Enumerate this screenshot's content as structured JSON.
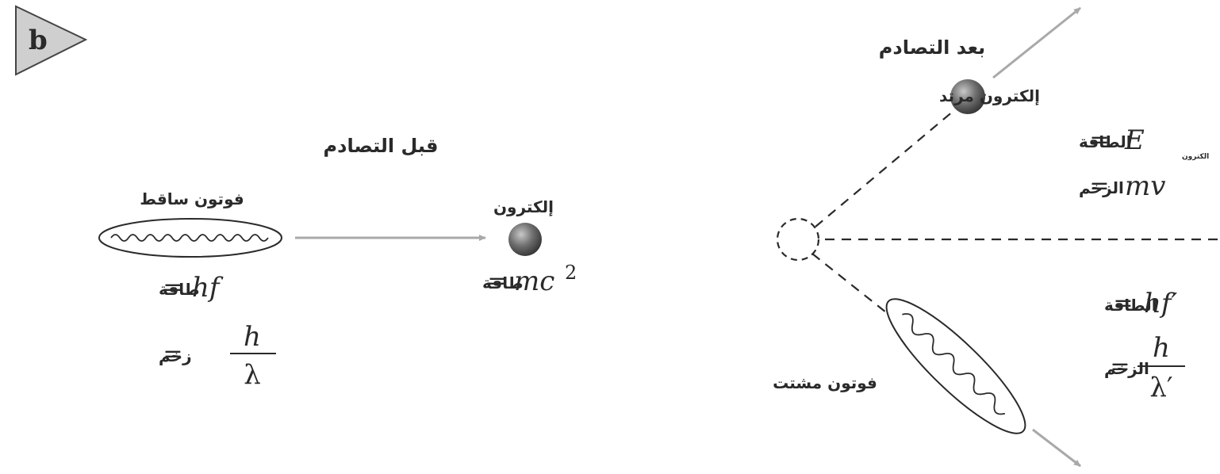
{
  "panel_label": "b",
  "before": {
    "heading": "قبل التصادم",
    "incident_photon_label": "فوتون ساقط",
    "electron_label": "إلكترون",
    "photon_energy": {
      "word": "طاقة",
      "eq": "=",
      "expr": "hf"
    },
    "photon_momentum": {
      "word": "زخم",
      "eq": "=",
      "num": "h",
      "den": "λ"
    },
    "electron_energy": {
      "word": "طاقة",
      "eq": "=",
      "expr": "mc",
      "sup": "2"
    }
  },
  "after": {
    "heading": "بعد التصادم",
    "recoil_electron_label": "إلكترون مرتد",
    "scattered_photon_label": "فوتون مشتت",
    "electron_energy": {
      "word": "الطاقة",
      "eq": "=",
      "expr": "E",
      "sub": "الكترون"
    },
    "electron_momentum": {
      "word": "الزخم",
      "eq": "=",
      "expr": "mv"
    },
    "photon_energy": {
      "word": "الطاقة",
      "eq": "=",
      "expr": "hf′"
    },
    "photon_momentum": {
      "word": "الزخم",
      "eq": "=",
      "num": "h",
      "den": "λ′"
    }
  },
  "colors": {
    "arrow": "#a9a9a9",
    "electron_fill": "#6e6e6e",
    "ink": "#2a2a2a",
    "badge_fill": "#cfcfcf"
  }
}
